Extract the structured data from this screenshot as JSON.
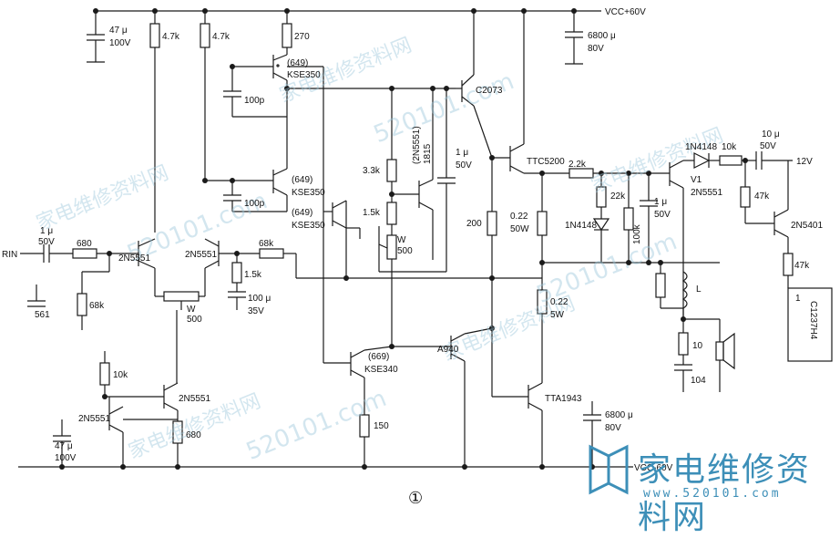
{
  "diagram": {
    "title_symbol": "①",
    "rails": {
      "positive": "VCC+60V",
      "negative": "VCC-60V",
      "plus12": "12V"
    },
    "input_label": "RIN",
    "labels": {
      "c47": "47 μ",
      "c47v": "100V",
      "r4k7a": "4.7k",
      "r4k7b": "4.7k",
      "r270": "270",
      "q649top": "(649)",
      "kse350top": "KSE350",
      "c100p1": "100p",
      "c2073": "C2073",
      "c6800top": "6800 μ",
      "c6800topv": "80V",
      "q2n5551par": "(2N5551)",
      "q1815": "1815",
      "r3k3": "3.3k",
      "c1u50": "1 μ",
      "c1u50v": "50V",
      "r1k5a": "1.5k",
      "wpot": "W",
      "r500": "500",
      "ttc5200": "TTC5200",
      "q649mid": "(649)",
      "kse350mid": "KSE350",
      "q649low": "(649)",
      "kse350low": "KSE350",
      "c100p2": "100p",
      "cin": "1 μ",
      "cinv": "50V",
      "r680": "680",
      "q2n5551a": "2N5551",
      "q2n5551b": "2N5551",
      "r68ka": "68k",
      "r68kb": "68k",
      "c561": "561",
      "wpot2": "W",
      "r500b": "500",
      "r1k5b": "1.5k",
      "c100u": "100 μ",
      "c100uv": "35V",
      "r200": "200",
      "r022a": "0.22",
      "r50w": "50W",
      "r2k2": "2.2k",
      "r22k": "22k",
      "d1n4148a": "1N4148",
      "r100k": "100k",
      "c1uout": "1 μ",
      "c1uoutv": "50V",
      "d1n4148b": "1N4148",
      "r10ka": "10k",
      "v1": "V1",
      "q2n5551c": "2N5551",
      "c10u": "10 μ",
      "c10uv": "50V",
      "r47ka": "47k",
      "q2n5401": "2N5401",
      "r47kb": "47k",
      "ic": "C1237H4",
      "pin1": "1",
      "inductor": "L",
      "r022b": "0.22",
      "r5w": "5W",
      "r10b": "10",
      "c104": "104",
      "a940": "A940",
      "q669": "(669)",
      "kse340": "KSE340",
      "r150": "150",
      "tta1943": "TTA1943",
      "c6800bot": "6800 μ",
      "c6800botv": "80V",
      "r10kc": "10k",
      "q2n5551d": "2N5551",
      "q2n5551e": "2N5551",
      "r680b": "680",
      "c47b": "47 μ",
      "c47bv": "100V"
    },
    "watermarks": [
      "家电维修资料网",
      "520101.com"
    ],
    "logo": {
      "text": "家电维修资料网",
      "url": "www.520101.com"
    }
  }
}
